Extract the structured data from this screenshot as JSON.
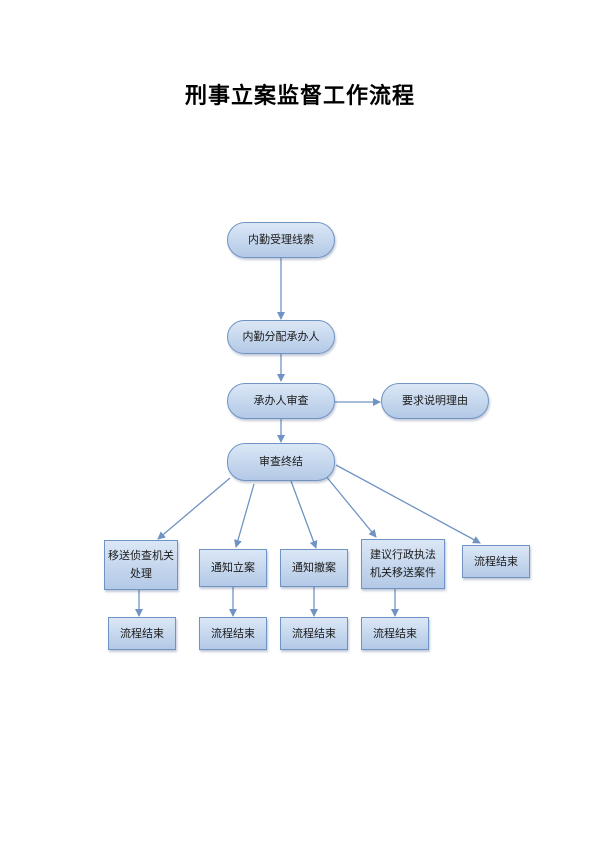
{
  "title": "刑事立案监督工作流程",
  "nodes": {
    "intake": "内勤受理线索",
    "assign": "内勤分配承办人",
    "review": "承办人审查",
    "explain": "要求说明理由",
    "conclude": "审查终结",
    "transfer_line1": "移送侦查机关",
    "transfer_line2": "处理",
    "notify_file": "通知立案",
    "notify_withdraw": "通知撤案",
    "suggest_line1": "建议行政执法",
    "suggest_line2": "机关移送案件",
    "end_direct": "流程结束",
    "end_1": "流程结束",
    "end_2": "流程结束",
    "end_3": "流程结束",
    "end_4": "流程结束"
  },
  "colors": {
    "arrow": "#6f93c3",
    "node_border": "#6f93c3",
    "node_fill_top": "#dbe7f6",
    "node_fill_bottom": "#b3c9e6"
  }
}
